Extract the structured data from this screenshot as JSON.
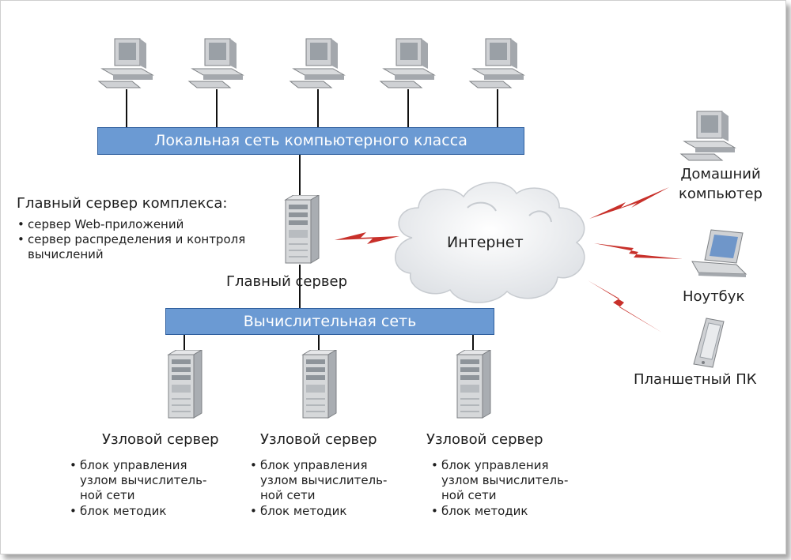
{
  "lan_bar": {
    "label": "Локальная сеть компьютерного класса"
  },
  "compute_bar": {
    "label": "Вычислительная сеть"
  },
  "main_server": {
    "heading": "Главный сервер комплекса:",
    "bullets": [
      "сервер Web-приложений",
      "сервер распределения и контроля",
      "вычислений"
    ],
    "caption": "Главный сервер"
  },
  "internet": {
    "label": "Интернет"
  },
  "clients": {
    "home": {
      "line1": "Домашний",
      "line2": "компьютер"
    },
    "laptop": {
      "label": "Ноутбук"
    },
    "tablet": {
      "label": "Планшетный ПК"
    }
  },
  "nodes": [
    {
      "title": "Узловой сервер",
      "bullets": [
        "блок управления",
        "узлом вычислитель-",
        "ной сети",
        "блок методик"
      ]
    },
    {
      "title": "Узловой сервер",
      "bullets": [
        "блок управления",
        "узлом вычислитель-",
        "ной сети",
        "блок методик"
      ]
    },
    {
      "title": "Узловой сервер",
      "bullets": [
        "блок управления",
        "узлом вычислитель-",
        "ной сети",
        "блок методик"
      ]
    }
  ],
  "colors": {
    "bar_fill": "#6b9ad3",
    "bar_border": "#2f5f9e",
    "bolt": "#c8302a",
    "device": "#d4d6d8"
  }
}
